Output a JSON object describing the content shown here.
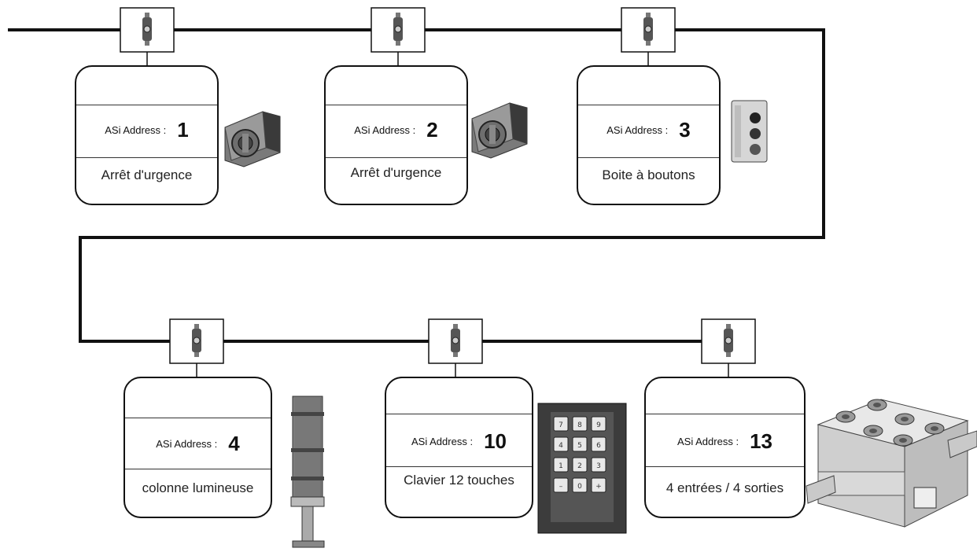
{
  "address_label": "ASi Address :",
  "nodes": [
    {
      "address": "1",
      "name": "Arrêt d'urgence",
      "device_icon": "emergency-stop-icon"
    },
    {
      "address": "2",
      "name": "Arrêt d'urgence",
      "device_icon": "emergency-stop-icon"
    },
    {
      "address": "3",
      "name": "Boite à boutons",
      "device_icon": "push-button-box-icon"
    },
    {
      "address": "4",
      "name": "colonne lumineuse",
      "device_icon": "signal-tower-icon"
    },
    {
      "address": "10",
      "name": "Clavier 12 touches",
      "device_icon": "keypad-icon"
    },
    {
      "address": "13",
      "name": "4 entrées / 4 sorties",
      "device_icon": "io-module-icon"
    }
  ],
  "keypad_keys": [
    "7",
    "8",
    "9",
    "4",
    "5",
    "6",
    "1",
    "2",
    "3",
    "–",
    "0",
    "+"
  ],
  "colors": {
    "line": "#111111",
    "device_grey": "#8a8a8a"
  }
}
